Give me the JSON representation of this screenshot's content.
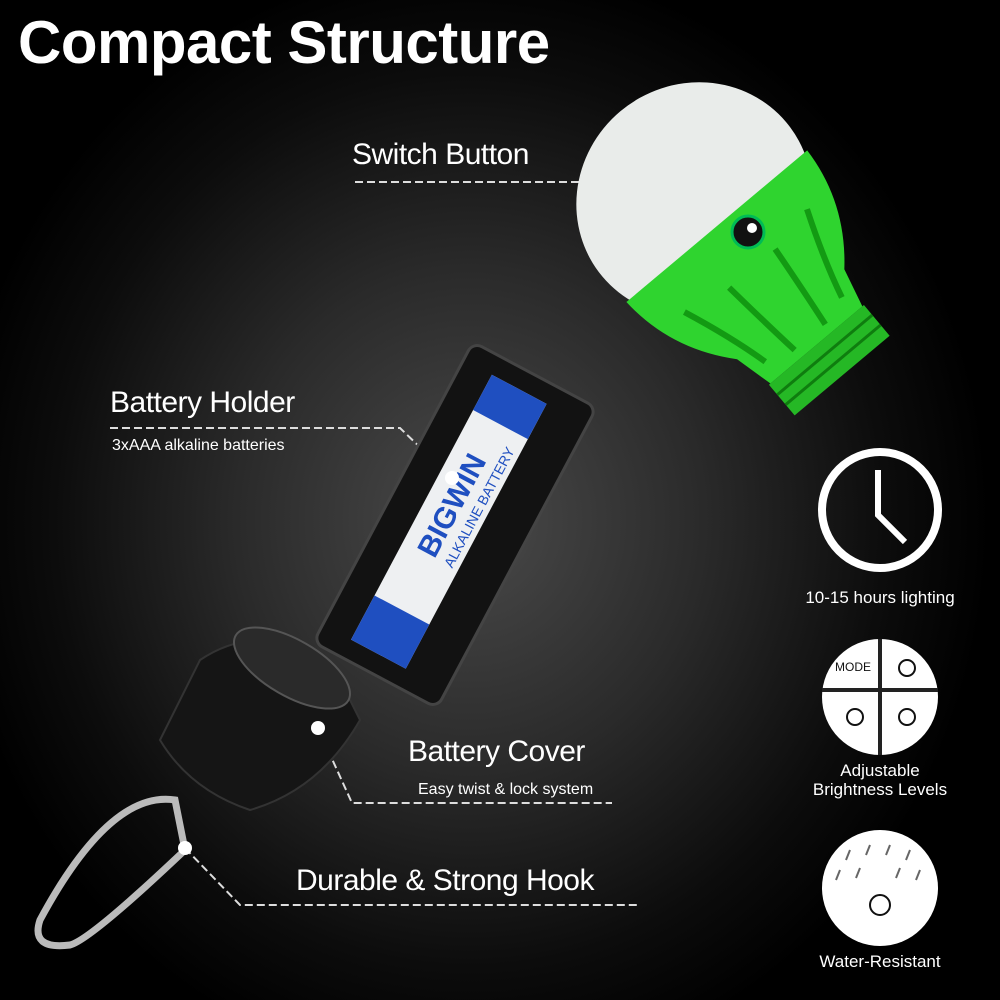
{
  "title": "Compact Structure",
  "callouts": {
    "switch_button": "Switch Button",
    "battery_holder": "Battery Holder",
    "battery_holder_sub": "3xAAA alkaline batteries",
    "battery_cover": "Battery Cover",
    "battery_cover_sub": "Easy twist & lock system",
    "hook": "Durable & Strong Hook"
  },
  "features": [
    {
      "icon": "clock-icon",
      "label": "10-15 hours lighting"
    },
    {
      "icon": "mode-brightness-icon",
      "label_line1": "Adjustable",
      "label_line2": "Brightness Levels",
      "mode_text": "MODE"
    },
    {
      "icon": "water-resistant-icon",
      "label": "Water-Resistant"
    }
  ],
  "battery": {
    "brand": "BIGWIN",
    "type": "ALKALINE BATTERY"
  },
  "colors": {
    "bulb_green": "#2fd42f",
    "battery_blue": "#1f4fc0",
    "background": "#000000"
  }
}
